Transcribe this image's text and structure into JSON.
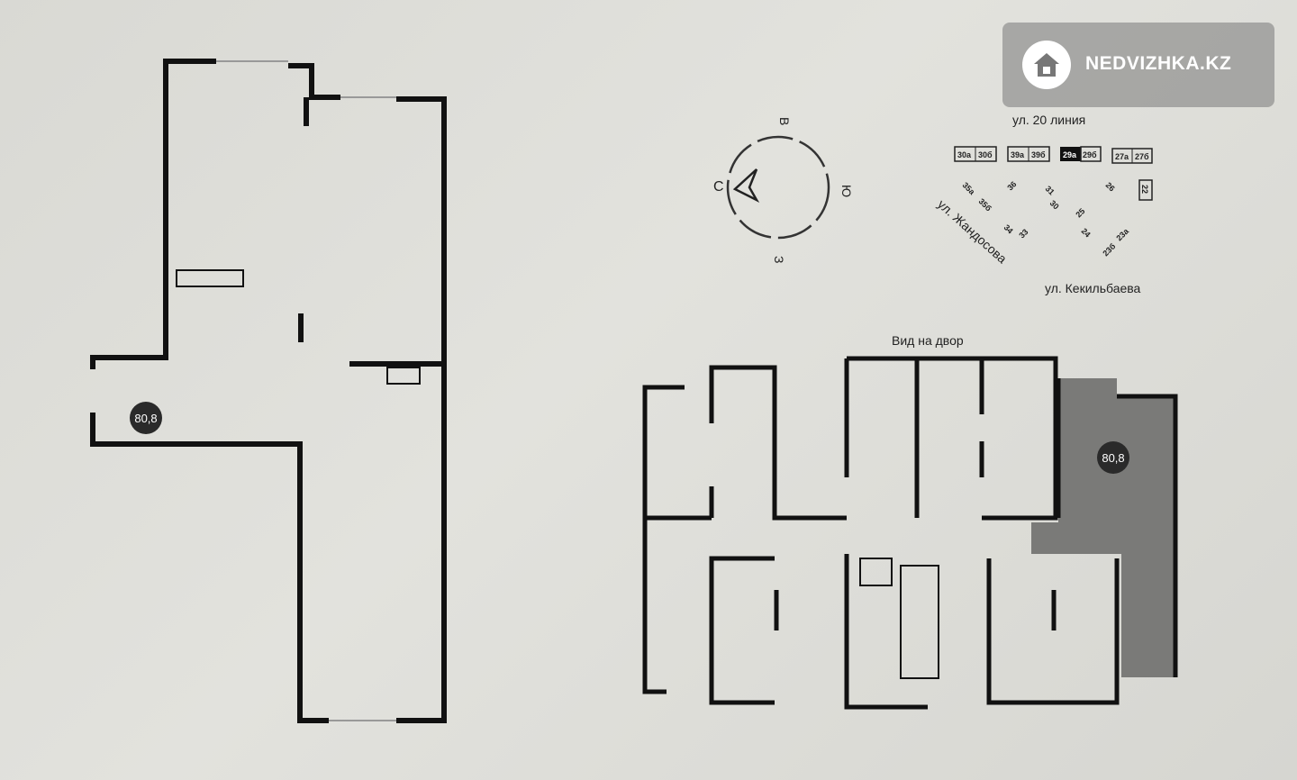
{
  "watermark": {
    "text": "NEDVIZHKA.KZ",
    "icon": "house-icon"
  },
  "unit_area": "80,8",
  "compass": {
    "north": "С",
    "east": "В",
    "south": "Ю",
    "west": "З"
  },
  "site_map": {
    "streets": [
      "ул. 20 линия",
      "ул. Жандосова",
      "ул. Кекильбаева"
    ],
    "buildings": [
      "30а",
      "30б",
      "39а",
      "39б",
      "29а",
      "29б",
      "27а",
      "27б",
      "35а",
      "35б",
      "36",
      "31",
      "30",
      "26",
      "22",
      "34",
      "33",
      "25",
      "24",
      "23б",
      "23а"
    ],
    "highlighted": "29а"
  },
  "floor_plan": {
    "yard_label": "Вид на двор",
    "highlight_color": "#7a7a78"
  }
}
